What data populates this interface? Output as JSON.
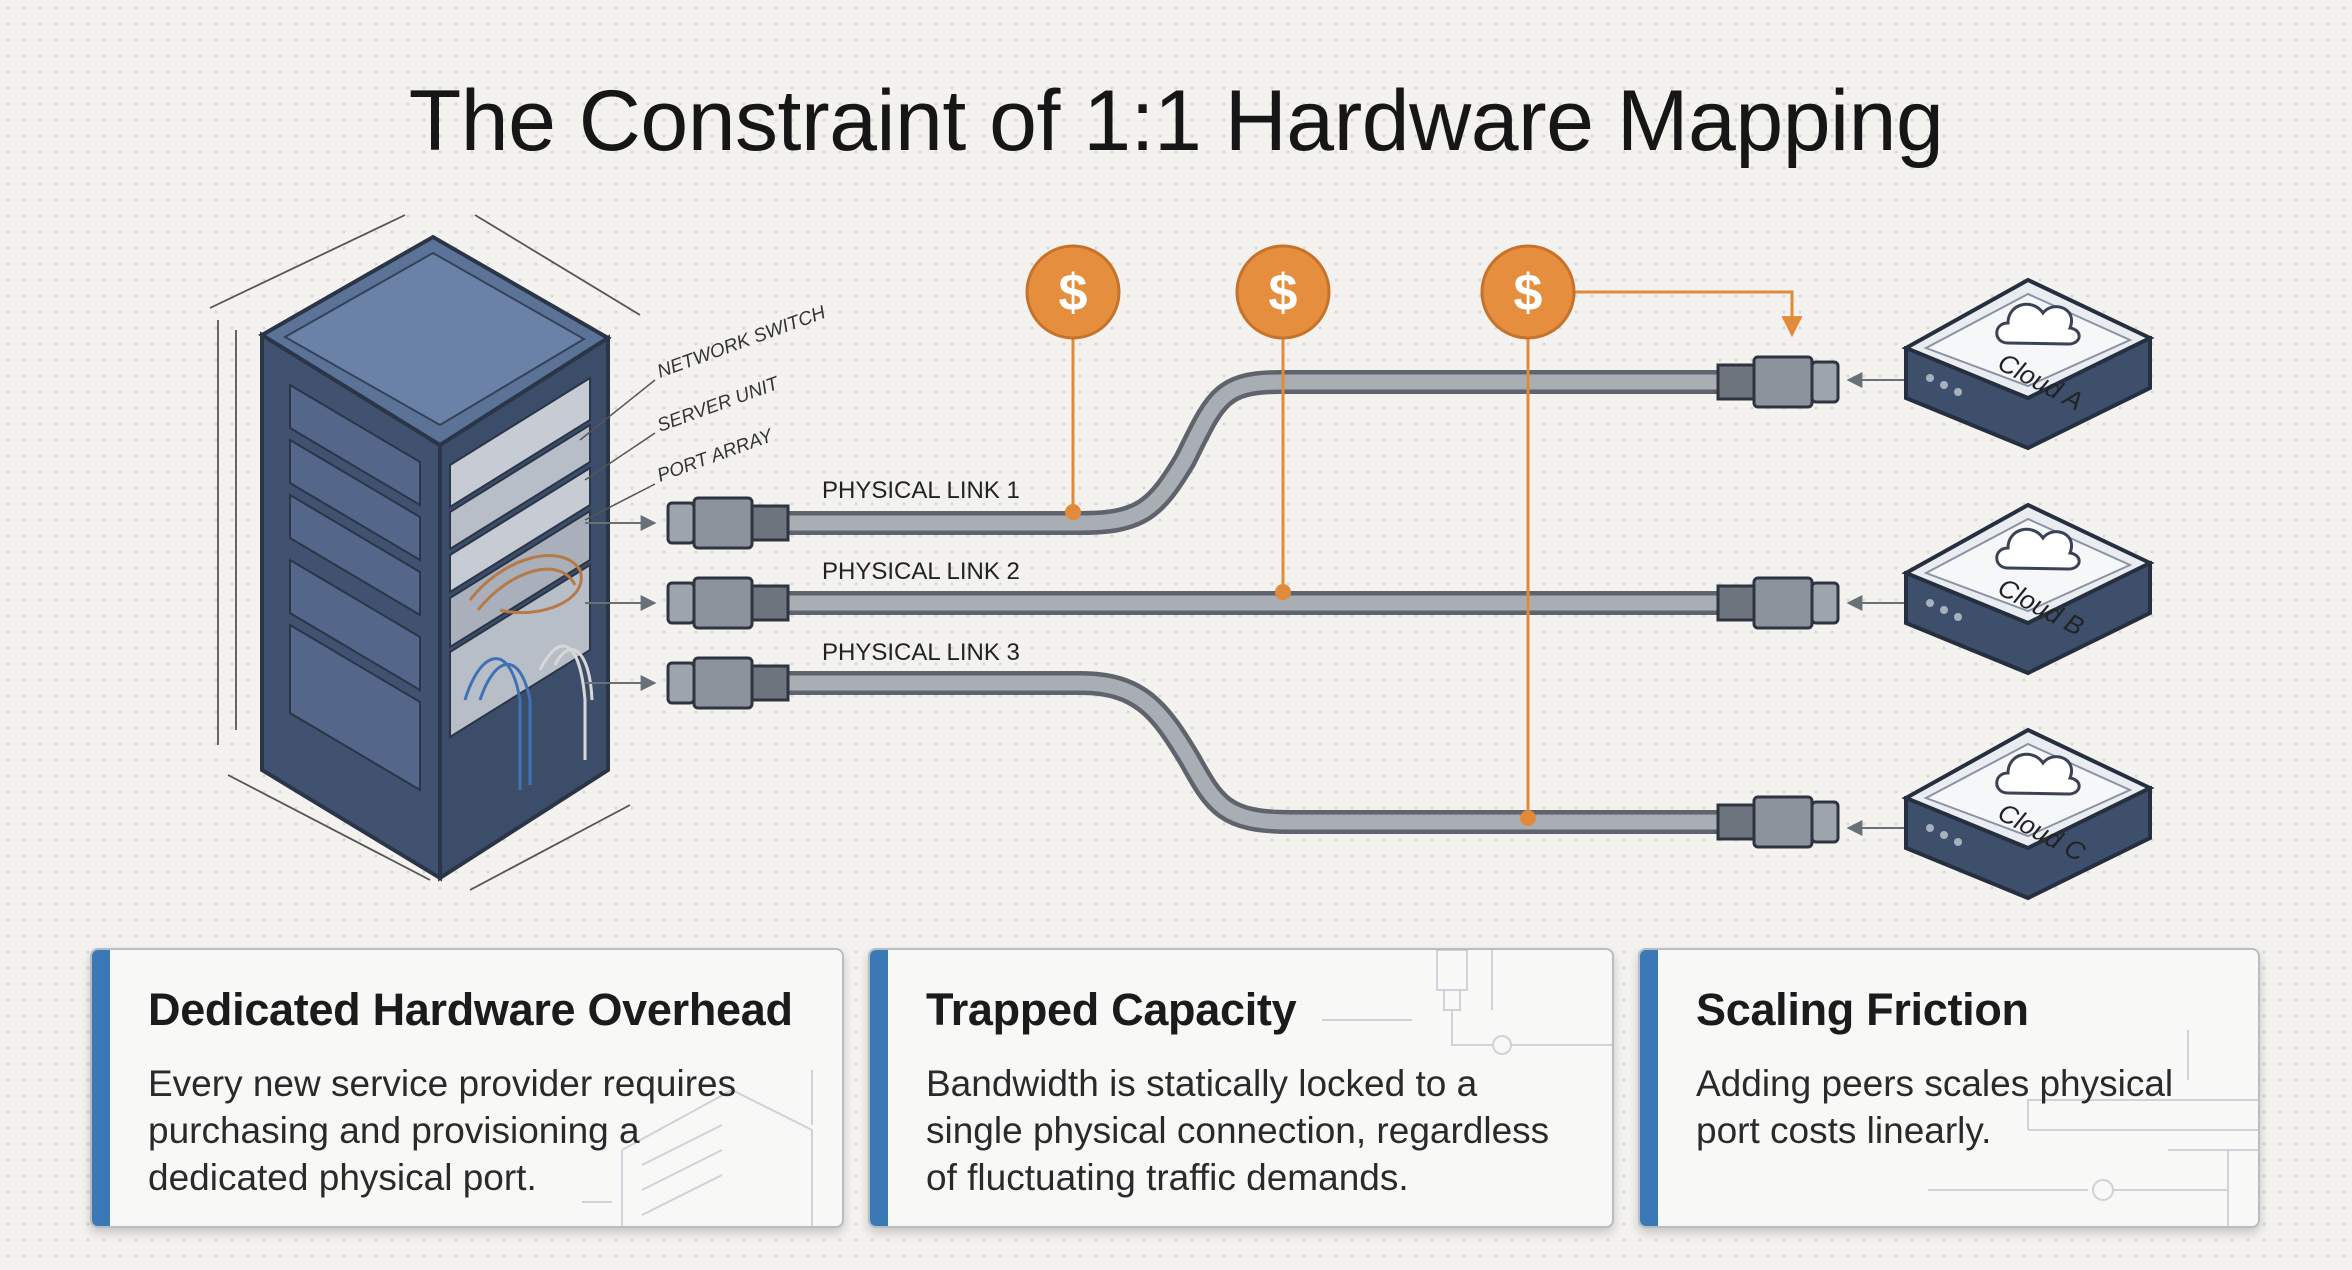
{
  "title": "The Constraint of 1:1 Hardware Mapping",
  "rack": {
    "labels": [
      "NETWORK SWITCH",
      "SERVER UNIT",
      "PORT ARRAY"
    ]
  },
  "links": [
    {
      "label": "PHYSICAL LINK 1",
      "cost_symbol": "$",
      "cloud": "Cloud A"
    },
    {
      "label": "PHYSICAL LINK 2",
      "cost_symbol": "$",
      "cloud": "Cloud B"
    },
    {
      "label": "PHYSICAL LINK 3",
      "cost_symbol": "$",
      "cloud": "Cloud C"
    }
  ],
  "cards": [
    {
      "title": "Dedicated Hardware Overhead",
      "lines": [
        "Every new service provider requires",
        "purchasing and provisioning a",
        "dedicated physical port."
      ]
    },
    {
      "title": "Trapped Capacity",
      "lines": [
        "Bandwidth is statically locked to a",
        "single physical connection, regardless",
        "of fluctuating traffic demands."
      ]
    },
    {
      "title": "Scaling Friction",
      "lines": [
        "Adding peers scales physical",
        "port costs linearly."
      ]
    }
  ],
  "colors": {
    "accent": "#3a78b6",
    "cost": "#e08a3a",
    "cable": "#8a8f98",
    "rack": "#4a5e7e"
  }
}
